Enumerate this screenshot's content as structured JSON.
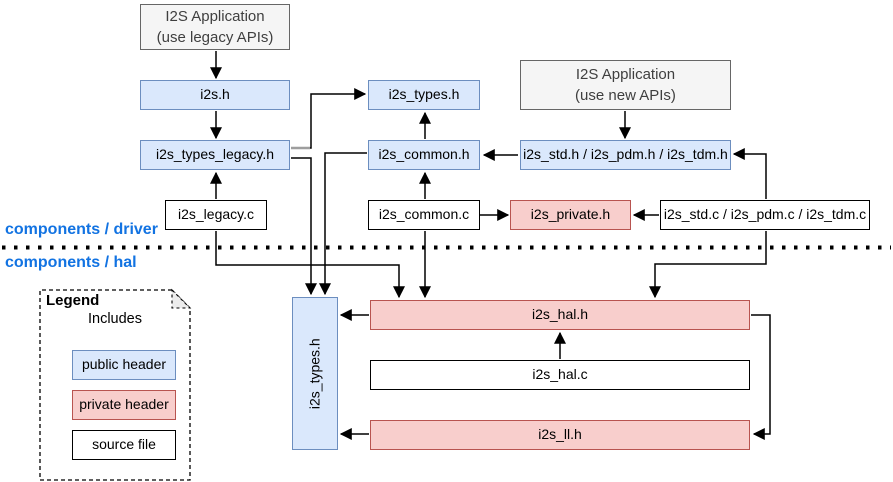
{
  "layers": {
    "driver_label": "components / driver",
    "hal_label": "components / hal"
  },
  "nodes": {
    "app_legacy": {
      "line1": "I2S Application",
      "line2": "(use legacy APIs)"
    },
    "app_new": {
      "line1": "I2S Application",
      "line2": "(use new APIs)"
    },
    "i2s_h": "i2s.h",
    "i2s_types_legacy_h": "i2s_types_legacy.h",
    "i2s_legacy_c": "i2s_legacy.c",
    "i2s_types_h": "i2s_types.h",
    "i2s_common_h": "i2s_common.h",
    "i2s_common_c": "i2s_common.c",
    "i2s_std_h": "i2s_std.h / i2s_pdm.h / i2s_tdm.h",
    "i2s_private_h": "i2s_private.h",
    "i2s_std_c": "i2s_std.c / i2s_pdm.c / i2s_tdm.c",
    "i2s_types_h_hal": "i2s_types.h",
    "i2s_hal_h": "i2s_hal.h",
    "i2s_hal_c": "i2s_hal.c",
    "i2s_ll_h": "i2s_ll.h"
  },
  "legend": {
    "title": "Legend",
    "includes_label": "Includes",
    "items": [
      {
        "label": "public header",
        "type": "public"
      },
      {
        "label": "private header",
        "type": "private"
      },
      {
        "label": "source file",
        "type": "source"
      }
    ]
  },
  "edges": [
    {
      "from": "I2S Application (use legacy APIs)",
      "to": "i2s.h"
    },
    {
      "from": "i2s.h",
      "to": "i2s_types_legacy.h"
    },
    {
      "from": "i2s_legacy.c",
      "to": "i2s_types_legacy.h"
    },
    {
      "from": "i2s_types_legacy.h",
      "to": "i2s_types.h (driver)"
    },
    {
      "from": "i2s_common.h",
      "to": "i2s_types.h (driver)"
    },
    {
      "from": "i2s_std.h / i2s_pdm.h / i2s_tdm.h",
      "to": "i2s_common.h"
    },
    {
      "from": "I2S Application (use new APIs)",
      "to": "i2s_std.h / i2s_pdm.h / i2s_tdm.h"
    },
    {
      "from": "i2s_std.c / i2s_pdm.c / i2s_tdm.c",
      "to": "i2s_std.h / i2s_pdm.h / i2s_tdm.h"
    },
    {
      "from": "i2s_common.c",
      "to": "i2s_common.h"
    },
    {
      "from": "i2s_common.c",
      "to": "i2s_private.h"
    },
    {
      "from": "i2s_std.c / i2s_pdm.c / i2s_tdm.c",
      "to": "i2s_private.h"
    },
    {
      "from": "i2s_types_legacy.h",
      "to": "i2s_types.h (hal)"
    },
    {
      "from": "i2s_common.h",
      "to": "i2s_types.h (hal)"
    },
    {
      "from": "i2s_legacy.c",
      "to": "i2s_hal.h"
    },
    {
      "from": "i2s_common.c",
      "to": "i2s_hal.h"
    },
    {
      "from": "i2s_std.c / i2s_pdm.c / i2s_tdm.c",
      "to": "i2s_hal.h"
    },
    {
      "from": "i2s_hal.h",
      "to": "i2s_types.h (hal)"
    },
    {
      "from": "i2s_hal.c",
      "to": "i2s_hal.h"
    },
    {
      "from": "i2s_hal.h",
      "to": "i2s_ll.h"
    },
    {
      "from": "i2s_ll.h",
      "to": "i2s_types.h (hal)"
    }
  ],
  "colors": {
    "public_header_fill": "#dae8fc",
    "public_header_stroke": "#6c8ebf",
    "private_header_fill": "#f8cecc",
    "private_header_stroke": "#b85450",
    "source_file_fill": "#ffffff",
    "source_file_stroke": "#000000",
    "app_box_fill": "#f5f5f5",
    "app_box_stroke": "#666666",
    "layer_label_text": "#1273e2",
    "edge_stroke": "#000000"
  }
}
